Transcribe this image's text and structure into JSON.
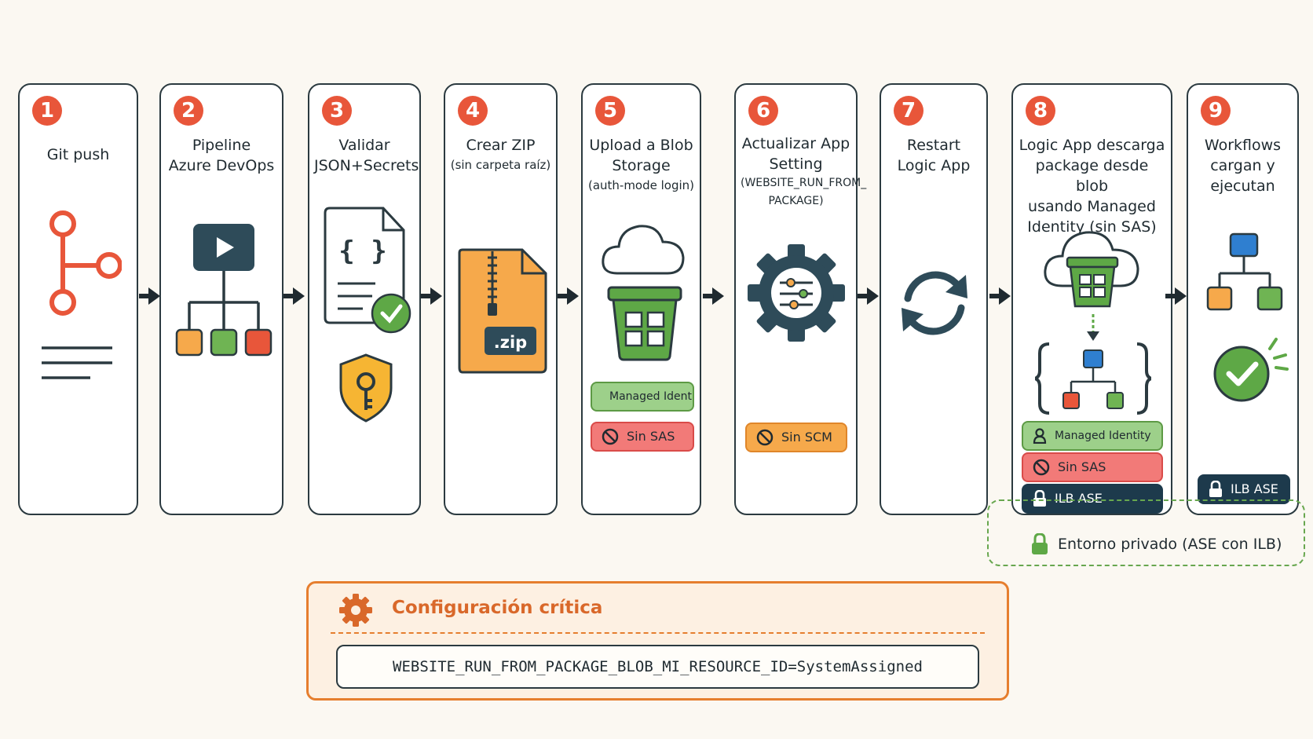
{
  "steps": [
    {
      "num": "1",
      "title": [
        "Git push"
      ]
    },
    {
      "num": "2",
      "title": [
        "Pipeline",
        "Azure DevOps"
      ]
    },
    {
      "num": "3",
      "title": [
        "Validar",
        "JSON+Secrets"
      ]
    },
    {
      "num": "4",
      "title": [
        "Crear ZIP",
        "(sin carpeta raíz)"
      ]
    },
    {
      "num": "5",
      "title": [
        "Upload a Blob",
        "Storage",
        "(auth-mode login)"
      ]
    },
    {
      "num": "6",
      "title": [
        "Actualizar App",
        "Setting",
        "(WEBSITE_RUN_FROM_",
        "PACKAGE)"
      ]
    },
    {
      "num": "7",
      "title": [
        "Restart",
        "Logic App"
      ]
    },
    {
      "num": "8",
      "title": [
        "Logic App descarga",
        "package desde blob",
        "usando Managed",
        "Identity (sin SAS)"
      ]
    },
    {
      "num": "9",
      "title": [
        "Workflows",
        "cargan y",
        "ejecutan"
      ]
    }
  ],
  "zip_label": ".zip",
  "badges": {
    "managed_identity": "Managed Identity",
    "sin_sas": "Sin SAS",
    "sin_scm": "Sin SCM",
    "ilb_ase": "ILB ASE"
  },
  "private_env_label": "Entorno privado (ASE con ILB)",
  "config": {
    "title": "Configuración crítica",
    "code": "WEBSITE_RUN_FROM_PACKAGE_BLOB_MI_RESOURCE_ID=SystemAssigned"
  },
  "colors": {
    "number_badge": "#e8563a",
    "green": "#5d9a45",
    "orange": "#f6a94b",
    "red": "#f27a78",
    "navy": "#1d3a4c",
    "blue": "#2f7fd0"
  },
  "icons": [
    "git-branch-icon",
    "pipeline-icon",
    "json-document-icon",
    "shield-key-icon",
    "zip-file-icon",
    "cloud-icon",
    "blob-bucket-icon",
    "gear-sliders-icon",
    "restart-icon",
    "workflow-icon",
    "check-circle-icon",
    "lock-icon"
  ]
}
